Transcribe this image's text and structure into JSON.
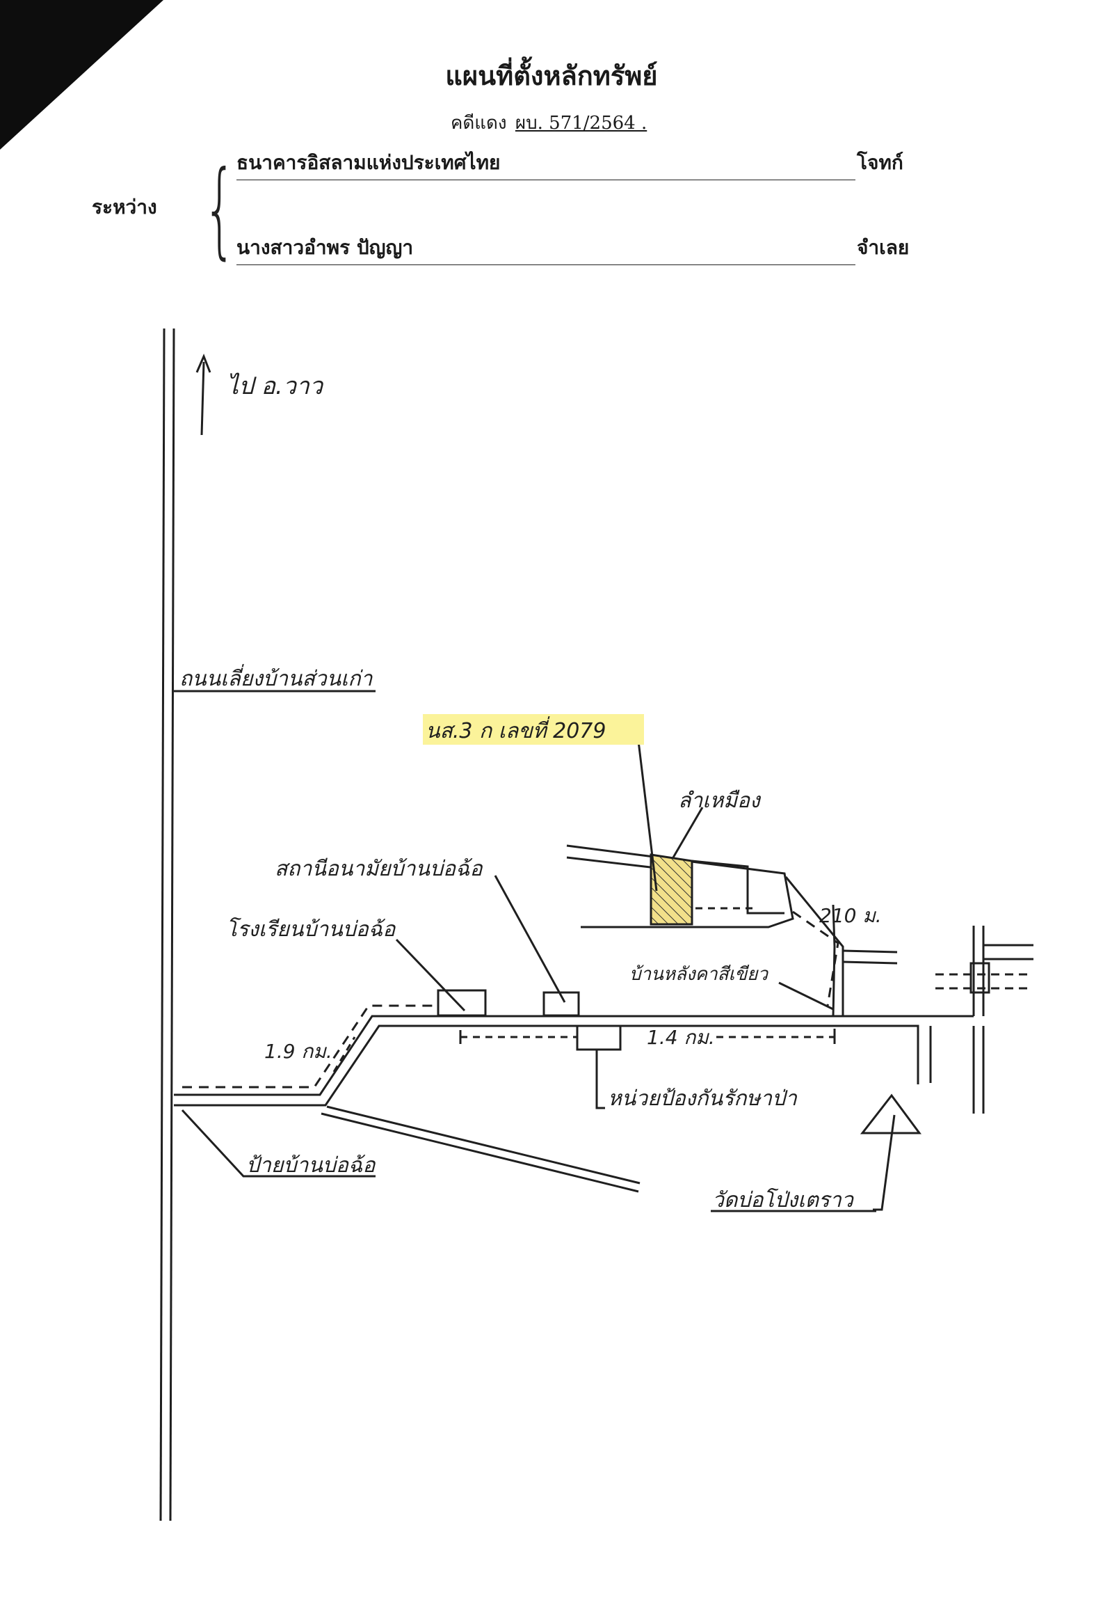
{
  "document": {
    "title": "แผนที่ตั้งหลักทรัพย์",
    "case_label": "คดีแดง",
    "case_number": "ผบ. 571/2564 .",
    "between_label": "ระหว่าง",
    "plaintiff_name": "ธนาคารอิสลามแห่งประเทศไทย",
    "plaintiff_role": "โจทก์",
    "defendant_name": "นางสาวอำพร  ปัญญา",
    "defendant_role": "จำเลย"
  },
  "map": {
    "labels": {
      "to_town": "ไป อ.วาว",
      "old_road": "ถนนเลี่ยงบ้านส่วนเก่า",
      "deed": "นส.3 ก เลขที่ 2079",
      "stream": "ลำเหมือง",
      "health_center": "สถานีอนามัยบ้านบ่อฉ้อ",
      "school": "โรงเรียนบ้านบ่อฉ้อ",
      "distance_right": "210 ม.",
      "green_house": "บ้านหลังคาสีเขียว",
      "dist_1": "1.9 กม.",
      "dist_2": "1.4 กม.",
      "forest_unit": "หน่วยป้องกันรักษาป่า",
      "village_sign": "ป้ายบ้านบ่อฉ้อ",
      "temple": "วัดบ่อโป่งเตราว"
    },
    "colors": {
      "highlight": "#fbf39a",
      "ink": "#1f1f1f",
      "plot_fill": "#f2e08a"
    }
  }
}
